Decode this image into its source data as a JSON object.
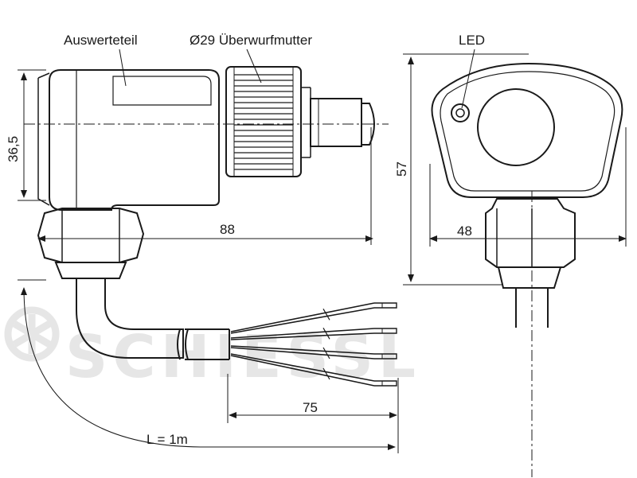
{
  "labels": {
    "evaluation_unit": "Auswerteteil",
    "union_nut": "Ø29 Überwurfmutter",
    "led": "LED",
    "cable_length": "L = 1m"
  },
  "dimensions": {
    "height_left": "36,5",
    "length_total": "88",
    "height_right": "57",
    "width_right": "48",
    "wire_length": "75"
  },
  "watermark": {
    "text": "SCHIESSL"
  },
  "colors": {
    "line": "#1a1a1a",
    "watermark": "#e6e6e6"
  }
}
